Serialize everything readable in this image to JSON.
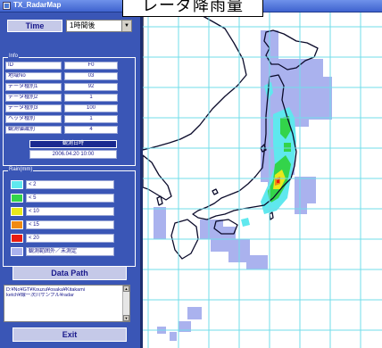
{
  "window": {
    "title": "TX_RadarMap",
    "banner": "レーダ降雨量"
  },
  "time": {
    "label": "Time",
    "selected": "1時間後"
  },
  "info": {
    "group_title": "Info",
    "rows": [
      {
        "label": "ID",
        "value": "F0"
      },
      {
        "label": "地域No",
        "value": "03"
      },
      {
        "label": "データ種別1",
        "value": "92"
      },
      {
        "label": "データ種別2",
        "value": "1"
      },
      {
        "label": "データ種別3",
        "value": "100"
      },
      {
        "label": "ヘッダ種別",
        "value": "1"
      },
      {
        "label": "観測値識別",
        "value": "4"
      }
    ],
    "obs_label": "観測日時",
    "obs_value": "2006.04.20 10:00"
  },
  "rain": {
    "group_title": "Rain(mm)",
    "items": [
      {
        "label": "< 2",
        "color": "#5fe8ee"
      },
      {
        "label": "< 5",
        "color": "#33d44a"
      },
      {
        "label": "< 10",
        "color": "#e8e81c"
      },
      {
        "label": "< 15",
        "color": "#f08a14"
      },
      {
        "label": "< 20",
        "color": "#e81c12"
      },
      {
        "label": "観測範囲外／未測定",
        "color": "#aab2ee"
      }
    ]
  },
  "data_path": {
    "button": "Data Path",
    "lines": [
      "D:¥No¥GT¥Kouzui¥osaka¥Kitakami",
      "ketch¥線一次川サンプル¥radar"
    ]
  },
  "exit": {
    "button": "Exit"
  },
  "colors": {
    "panel": "#3a56b6",
    "land": "#ffffff",
    "coast": "#0a0a2a",
    "grid": "#72dcea",
    "out_of_range": "#aab2ee",
    "rain_light": "#5fe8ee",
    "rain_moderate": "#33d44a",
    "rain_heavy": "#e8e81c",
    "rain_very_heavy": "#f08a14",
    "rain_extreme": "#e81c12"
  }
}
